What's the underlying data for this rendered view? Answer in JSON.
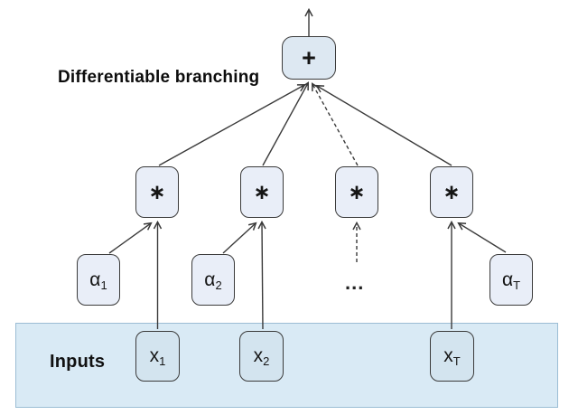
{
  "title": "Differentiable branching",
  "band": {
    "label": "Inputs"
  },
  "sum_node": {
    "label": "+"
  },
  "mult_nodes": [
    {
      "label": "∗"
    },
    {
      "label": "∗"
    },
    {
      "label": "∗"
    },
    {
      "label": "∗"
    }
  ],
  "alpha_nodes": [
    {
      "base": "α",
      "sub": "1"
    },
    {
      "base": "α",
      "sub": "2"
    },
    {
      "base": "α",
      "sub": "T"
    }
  ],
  "input_nodes": [
    {
      "base": "x",
      "sub": "1"
    },
    {
      "base": "x",
      "sub": "2"
    },
    {
      "base": "x",
      "sub": "T"
    }
  ],
  "ellipsis": "...",
  "colors": {
    "node_fill": "#e9eef8",
    "input_node_fill": "#d3e4ef",
    "sum_node_fill": "#dde8f2",
    "band_fill": "#d9eaf5",
    "band_border": "#9bbdd4",
    "edge": "#3a3a3a",
    "text": "#111111"
  }
}
